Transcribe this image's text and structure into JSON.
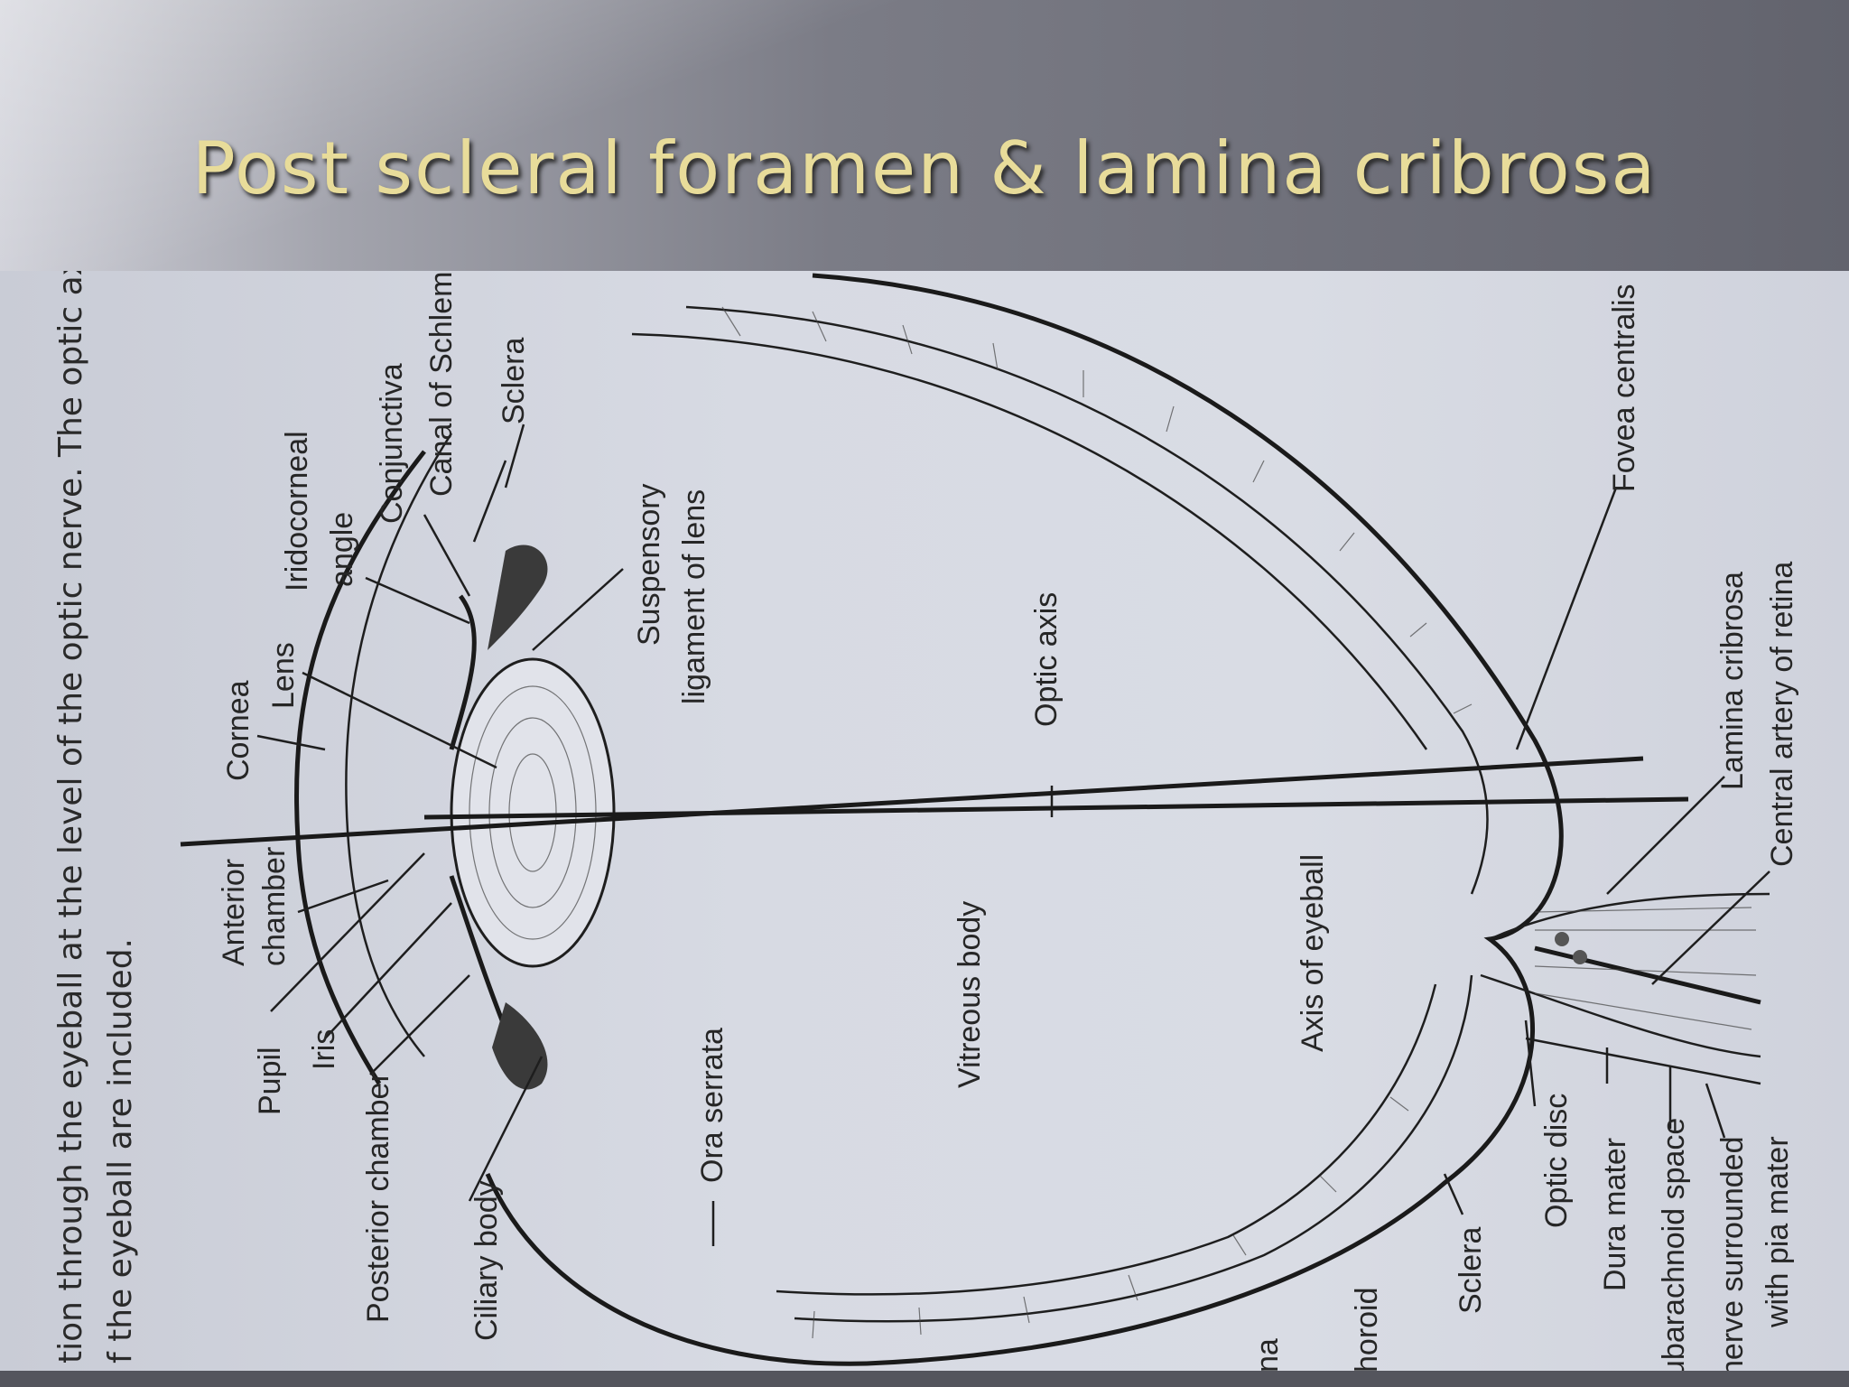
{
  "slide": {
    "title": "Post scleral foramen & lamina cribrosa"
  },
  "caption": {
    "line1": "tion through the eyeball at the level of the optic nerve. The optic axis",
    "line2": "f the eyeball are included."
  },
  "labels": {
    "cornea": "Cornea",
    "lens": "Lens",
    "iridocorneal": "Iridocorneal",
    "angle": "angle",
    "conjunctiva": "Conjunctiva",
    "canal_of_schlemm": "Canal of Schlemm",
    "sclera_top": "Sclera",
    "anterior": "Anterior",
    "chamber": "chamber",
    "pupil": "Pupil",
    "iris": "Iris",
    "posterior_chamber": "Posterior chamber",
    "ciliary_body": "Ciliary body",
    "suspensory": "Suspensory",
    "ligament_of_lens": "ligament of lens",
    "optic_axis": "Optic axis",
    "vitreous_body": "Vitreous body",
    "ora_serrata": "Ora serrata",
    "axis_of_eyeball": "Axis of eyeball",
    "fovea_centralis": "Fovea centralis",
    "lamina_cribrosa": "Lamina cribrosa",
    "central_artery": "Central artery of retina",
    "optic_disc": "Optic disc",
    "dura_mater": "Dura mater",
    "subarachnoid_space": "ubarachnoid space",
    "nerve_surrounded": "nerve surrounded",
    "with_pia_mater": "with pia mater",
    "sclera_bottom": "Sclera",
    "choroid": "horoid",
    "retina": "na"
  }
}
